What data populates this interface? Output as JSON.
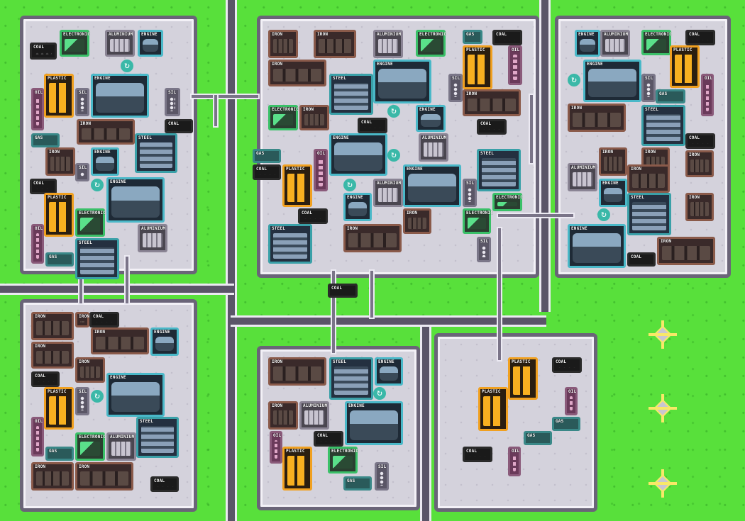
{
  "labels": {
    "electronic": "ELECTRONIC",
    "aluminium": "ALUMINIUM",
    "engine": "ENGINE",
    "coal": "COAL",
    "plastic": "PLASTIC",
    "iron": "IRON",
    "steel": "STEEL",
    "oil": "OIL",
    "gas": "GAS",
    "sil": "SIL"
  },
  "icons": {
    "recycle": "recycle-icon",
    "marker": "build-marker-icon"
  },
  "colors": {
    "grass": "#58e03b",
    "road": "#5a5468",
    "floor": "#d4d2dc",
    "plastic": "#f0a020",
    "engine": "#4ab8c8",
    "iron": "#8a5a4a"
  }
}
